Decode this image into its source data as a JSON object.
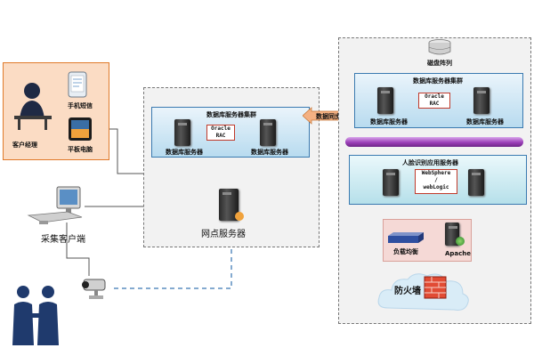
{
  "client": {
    "sms_label": "手机短信",
    "customer_label": "客户经理",
    "tablet_label": "平板电脑"
  },
  "collector": {
    "label": "采集客户端"
  },
  "node": {
    "cluster_label": "数据库服务器集群",
    "oracle_line1": "Oracle",
    "oracle_line2": "RAC",
    "db_server_left": "数据库服务器",
    "db_server_right": "数据库服务器",
    "node_server_label": "网点服务器"
  },
  "sync": {
    "label": "数据同步"
  },
  "center": {
    "disk_array_label": "磁盘阵列",
    "cluster_label": "数据库服务器集群",
    "oracle_line1": "Oracle",
    "oracle_line2": "RAC",
    "db_server_left": "数据库服务器",
    "db_server_right": "数据库服务器",
    "app_cluster_label": "人脸识别应用服务器",
    "websphere_line1": "WebSphere",
    "websphere_line2": "/",
    "websphere_line3": "webLogic",
    "load_balance_label": "负载均衡",
    "apache_label": "Apache",
    "firewall_label": "防火墙"
  },
  "colors": {
    "client_box_fill": "#fbdcc4",
    "client_box_border": "#e07a2a",
    "blue_box_border": "#3a7ab0",
    "sync_arrow": "#f4b183",
    "bus_purple": "#9b3fb8",
    "firewall_red": "#c0392b"
  }
}
